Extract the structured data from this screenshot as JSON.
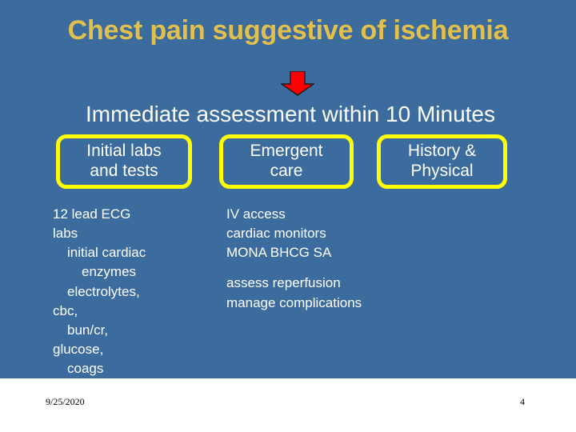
{
  "slide": {
    "title": "Chest pain suggestive of ischemia",
    "subheading": "Immediate assessment within 10 Minutes",
    "background_color": "#3c6b9e",
    "title_color": "#e2c04b",
    "accent_color": "#ffff00",
    "arrow_color": "#ff0000",
    "text_color": "#ffffff"
  },
  "arrow": {
    "name": "down-arrow-icon",
    "direction": "down",
    "fill": "#ff0000",
    "stroke": "#000000"
  },
  "boxes": [
    {
      "label": "Initial labs\nand tests"
    },
    {
      "label": "Emergent\ncare"
    },
    {
      "label": "History &\nPhysical"
    }
  ],
  "columns": {
    "left": {
      "lines": [
        {
          "text": "12 lead ECG",
          "indent": 0
        },
        {
          "text": "labs",
          "indent": 0
        },
        {
          "text": "initial cardiac",
          "indent": 1
        },
        {
          "text": "enzymes",
          "indent": 2
        },
        {
          "text": "electrolytes,",
          "indent": 1
        },
        {
          "text": "cbc,",
          "indent": 0
        },
        {
          "text": "bun/cr,",
          "indent": 1
        },
        {
          "text": "glucose,",
          "indent": 0
        },
        {
          "text": "coags",
          "indent": 1
        }
      ]
    },
    "middle": {
      "lines": [
        {
          "text": "IV access",
          "indent": 0
        },
        {
          "text": "cardiac monitors",
          "indent": 0
        },
        {
          "text": "MONA BHCG SA",
          "indent": 0
        },
        {
          "text": "",
          "indent": 0
        },
        {
          "text": "assess reperfusion",
          "indent": 0
        },
        {
          "text": "manage complications",
          "indent": 0
        }
      ]
    }
  },
  "footer": {
    "date": "9/25/2020",
    "page_number": "4"
  }
}
